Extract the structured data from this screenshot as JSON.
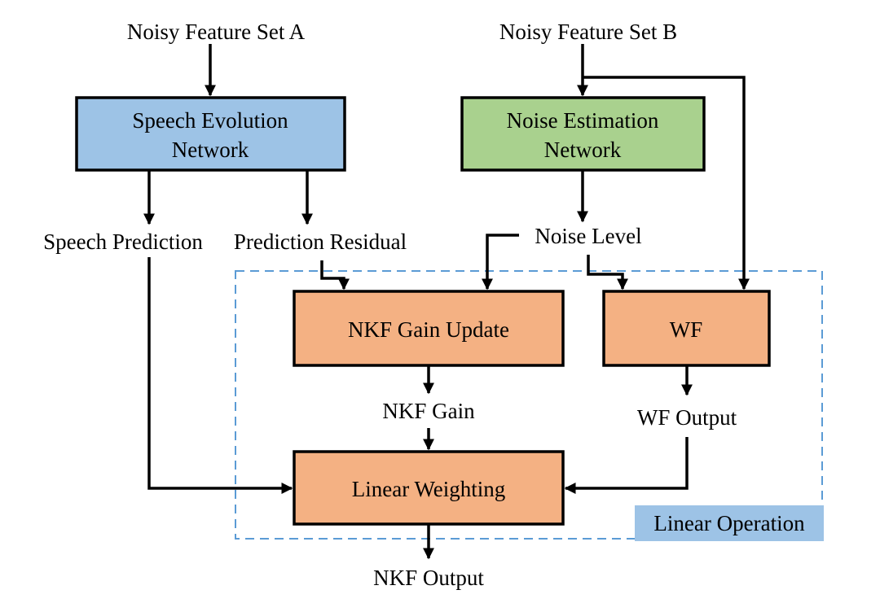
{
  "inputs": {
    "feature_set_a": "Noisy Feature Set A",
    "feature_set_b": "Noisy Feature Set B"
  },
  "nodes": {
    "speech_evolution": {
      "line1": "Speech Evolution",
      "line2": "Network",
      "fill": "#9dc3e6"
    },
    "noise_estimation": {
      "line1": "Noise Estimation",
      "line2": "Network",
      "fill": "#a9d18e"
    },
    "nkf_gain_update": {
      "label": "NKF Gain Update",
      "fill": "#f4b183"
    },
    "wf": {
      "label": "WF",
      "fill": "#f4b183"
    },
    "linear_weighting": {
      "label": "Linear Weighting",
      "fill": "#f4b183"
    }
  },
  "signals": {
    "speech_prediction": "Speech Prediction",
    "prediction_residual": "Prediction Residual",
    "noise_level": "Noise Level",
    "nkf_gain": "NKF Gain",
    "wf_output": "WF Output",
    "nkf_output": "NKF Output"
  },
  "region": {
    "label": "Linear Operation",
    "label_fill": "#9dc3e6",
    "border_color": "#5b9bd5"
  }
}
